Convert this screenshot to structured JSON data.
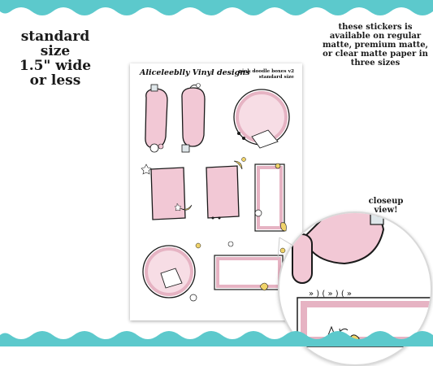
{
  "labels": {
    "size_line1": "standard",
    "size_line2": "size",
    "size_line3": "1.5\" wide",
    "size_line4": "or less",
    "availability": "these stickers is available on regular matte, premium matte, or clear matte paper in three sizes",
    "closeup": "closeup view!"
  },
  "sheet": {
    "brand": "Aliceleeblly Vinyl designs",
    "title_line1": "pink doodle boxes v2",
    "title_line2": "standard size"
  },
  "colors": {
    "accent": "#5cc9cc",
    "sticker_pink": "#f2c8d5",
    "ink": "#1a1a1a",
    "moon": "#f0d36a"
  }
}
